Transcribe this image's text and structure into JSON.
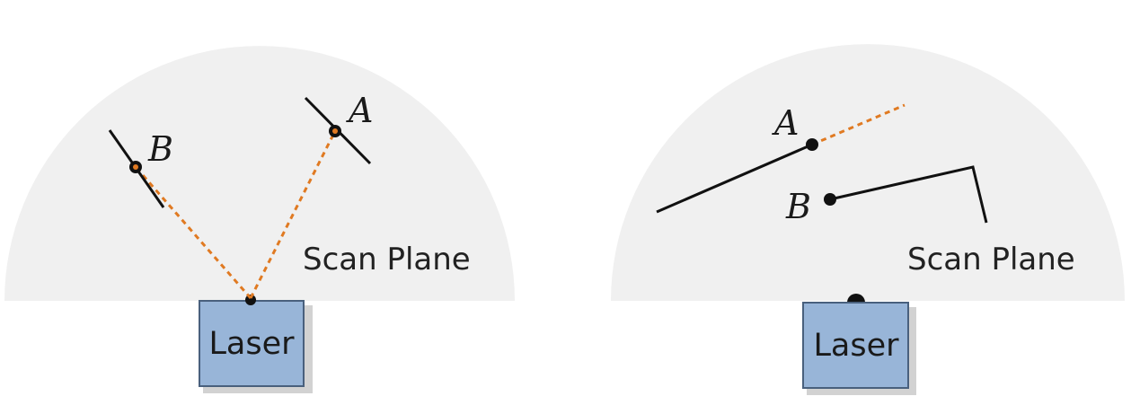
{
  "panels": [
    {
      "scan_plane_label": "Scan Plane",
      "laser_label": "Laser",
      "point_a_label": "A",
      "point_b_label": "B"
    },
    {
      "scan_plane_label": "Scan Plane",
      "laser_label": "Laser",
      "point_a_label": "A",
      "point_b_label": "B"
    }
  ],
  "colors": {
    "scan_plane_fill": "#f0f0f0",
    "laser_fill": "#98b5d8",
    "laser_border": "#49607d",
    "laser_shadow": "#cfcfcf",
    "ray": "#e07a22",
    "surface": "#111111"
  }
}
